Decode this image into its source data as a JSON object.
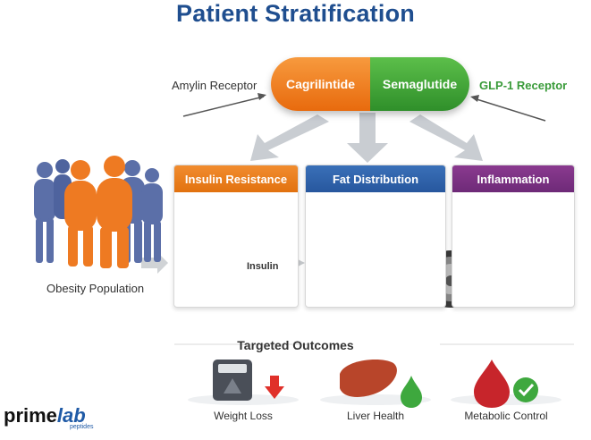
{
  "title": "Patient Stratification",
  "drug": {
    "left": "Cagrilintide",
    "right": "Semaglutide"
  },
  "receptors": {
    "left": "Amylin Receptor",
    "right": "GLP-1 Receptor"
  },
  "population_label": "Obesity Population",
  "cards": [
    {
      "title": "Insulin Resistance",
      "caption": "Insulin"
    },
    {
      "title": "Fat Distribution"
    },
    {
      "title": "Inflammation"
    }
  ],
  "outcomes": {
    "title": "Targeted Outcomes",
    "items": [
      "Weight Loss",
      "Liver Health",
      "Metabolic Control"
    ]
  },
  "logo": {
    "prime": "prime",
    "lab": "lab",
    "sub": "peptides"
  },
  "colors": {
    "title": "#1f4e8f",
    "orange": "#e8730f",
    "green": "#3a9b3a",
    "blue": "#2d62a8",
    "purple": "#7a3284"
  }
}
